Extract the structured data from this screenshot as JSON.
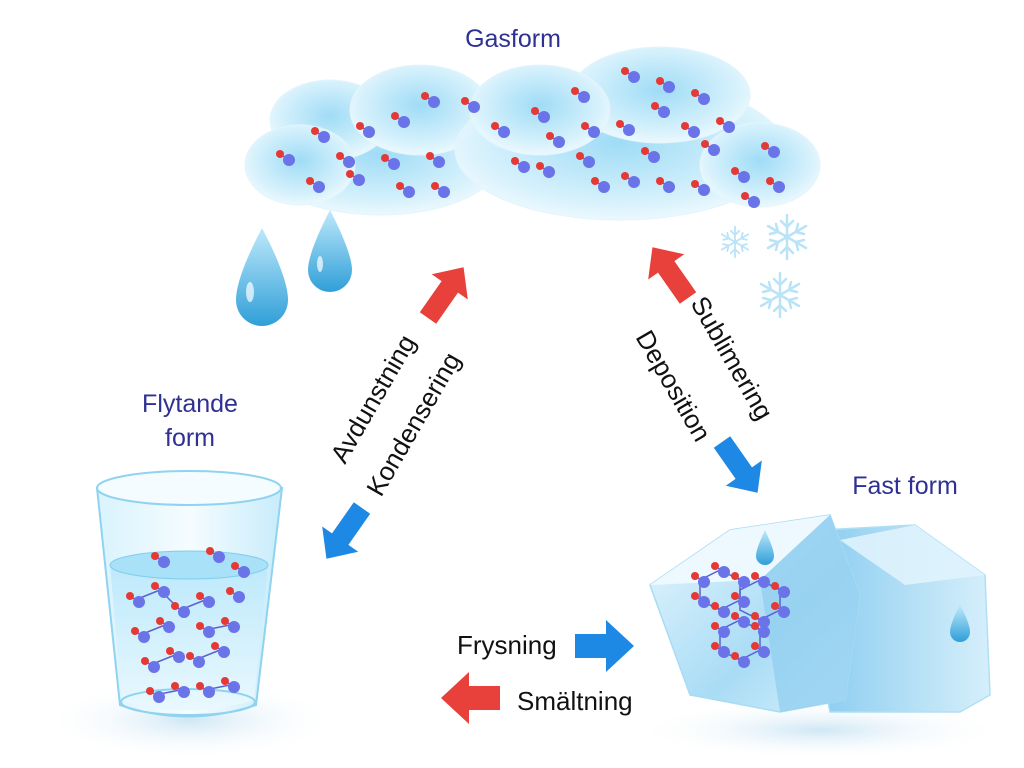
{
  "states": {
    "gas": "Gasform",
    "liquid_line1": "Flytande",
    "liquid_line2": "form",
    "solid": "Fast form"
  },
  "processes": {
    "evaporation": "Avdunstning",
    "condensation": "Kondensering",
    "sublimation": "Sublimering",
    "deposition": "Deposition",
    "freezing": "Frysning",
    "melting": "Smältning"
  },
  "colors": {
    "state_title": "#2e3192",
    "arrow_red": "#e8403a",
    "arrow_blue": "#1e88e5",
    "cloud": "#cdeefa",
    "ice": "#bfe6f8",
    "molecule_oxygen": "#e53935",
    "molecule_hydrogen": "#6a73e8"
  },
  "icons": {
    "clouds": "cloud-icon",
    "droplets": "water-drop-icon",
    "snowflakes": "snowflake-icon",
    "glass": "water-glass-icon",
    "ice": "ice-cube-icon"
  }
}
